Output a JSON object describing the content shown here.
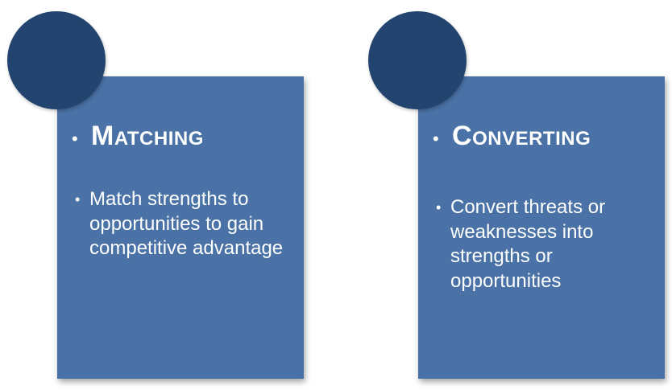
{
  "cards": [
    {
      "heading": "Matching",
      "text": "Match strengths to opportunities to gain competitive advantage"
    },
    {
      "heading": "Converting",
      "text": "Convert threats or weaknesses into strengths or opportunities"
    }
  ],
  "bullet": "•",
  "colors": {
    "card": "#4a72a6",
    "circle": "#22446e",
    "text": "#ffffff"
  }
}
